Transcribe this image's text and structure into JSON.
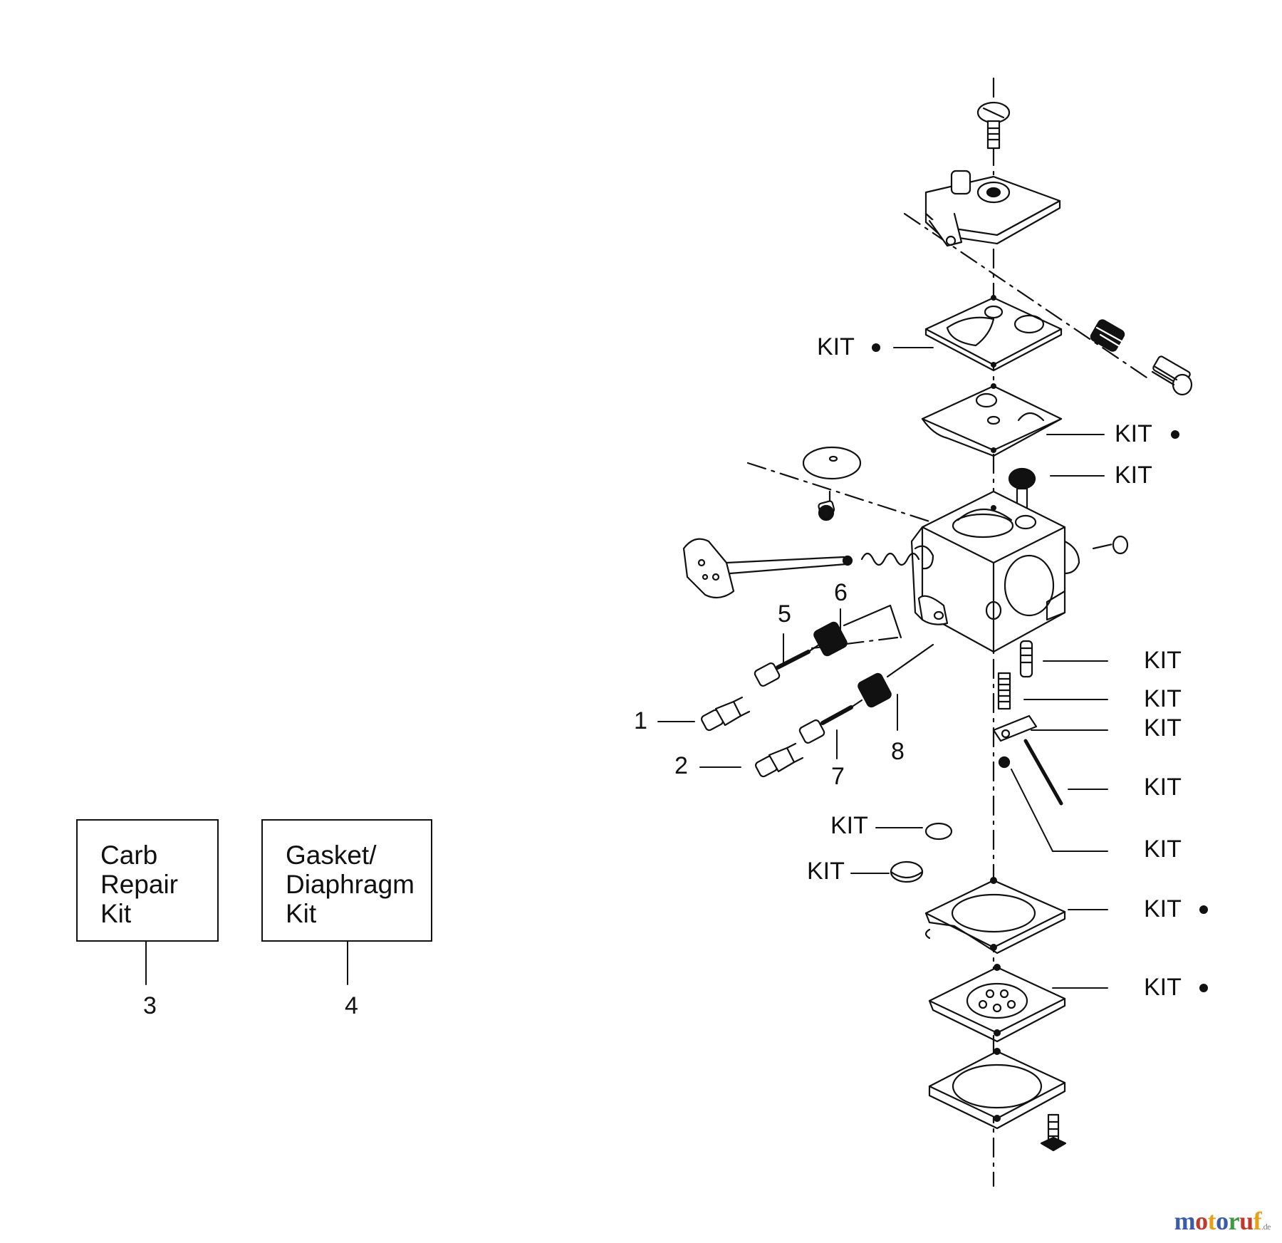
{
  "callouts": {
    "kit": "KIT",
    "n1": "1",
    "n2": "2",
    "n3": "3",
    "n4": "4",
    "n5": "5",
    "n6": "6",
    "n7": "7",
    "n8": "8"
  },
  "kits": {
    "carb_repair": [
      "Carb",
      "Repair",
      "Kit"
    ],
    "gasket_diaphragm": [
      "Gasket/",
      "Diaphragm",
      "Kit"
    ]
  },
  "watermark": {
    "parts": [
      {
        "t": "m",
        "c": "#3a5ba8"
      },
      {
        "t": "o",
        "c": "#c0392b"
      },
      {
        "t": "t",
        "c": "#e3a21a"
      },
      {
        "t": "o",
        "c": "#3a5ba8"
      },
      {
        "t": "r",
        "c": "#3e9a45"
      },
      {
        "t": "u",
        "c": "#c0392b"
      },
      {
        "t": "f",
        "c": "#e3a21a"
      }
    ],
    "suffix": ".de"
  }
}
